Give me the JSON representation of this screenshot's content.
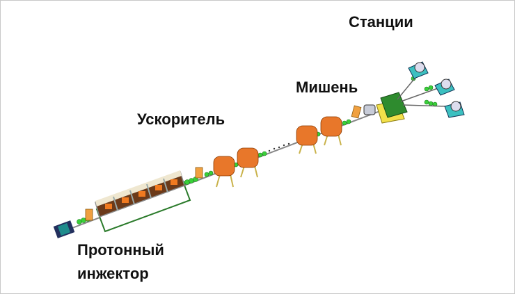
{
  "labels": {
    "stations": "Станции",
    "target": "Мишень",
    "accelerator": "Ускоритель",
    "injector_line1": "Протонный",
    "injector_line2": "инжектор"
  },
  "colors": {
    "cavity": "#e8772a",
    "focus": "#2ecc40",
    "target_box": "#2e8b2e",
    "station": "#3cc0c0",
    "frame": "#d9c87a",
    "injector": "#2a3a7a"
  }
}
